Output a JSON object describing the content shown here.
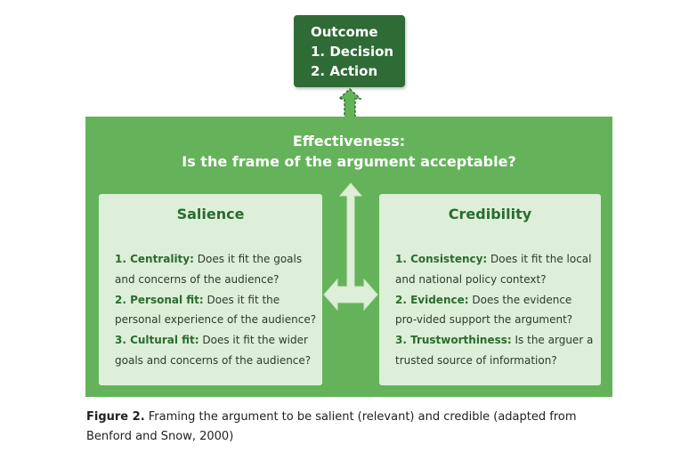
{
  "outcome": {
    "title": "Outcome",
    "items": [
      "1. Decision",
      "2. Action"
    ]
  },
  "effectiveness": {
    "line1": "Effectiveness:",
    "line2": "Is the frame of the argument acceptable?"
  },
  "salience": {
    "title": "Salience",
    "items": [
      {
        "label": "1. Centrality:",
        "text": " Does it fit the goals and concerns of the audience?"
      },
      {
        "label": "2. Personal fit:",
        "text": " Does it fit the personal experience of the audience?"
      },
      {
        "label": "3. Cultural fit:",
        "text": " Does it fit the wider goals and concerns of the audience?"
      }
    ]
  },
  "credibility": {
    "title": "Credibility",
    "items": [
      {
        "label": "1. Consistency:",
        "text": " Does it fit the local and national policy context?"
      },
      {
        "label": "2. Evidence:",
        "text": " Does the evidence pro-vided support the argument?"
      },
      {
        "label": "3. Trustworthiness:",
        "text": " Is the arguer a trusted source of information?"
      }
    ]
  },
  "caption": {
    "label": "Figure 2.",
    "text": " Framing the argument to be salient (relevant) and credible (adapted from Benford and Snow, 2000)"
  },
  "colors": {
    "outcome_box": "#2f6b35",
    "panel": "#64b35a",
    "inner_box": "#ddefd8",
    "arrow_light": "#ddefd8",
    "title_text": "#2a6b30"
  }
}
